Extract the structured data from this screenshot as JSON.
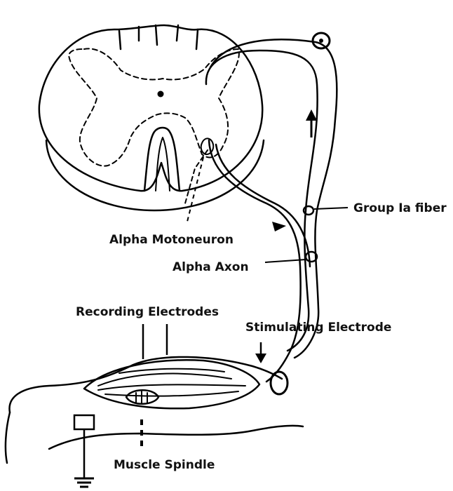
{
  "labels": {
    "group_ia_fiber": "Group Ia fiber",
    "alpha_motoneuron": "Alpha Motoneuron",
    "alpha_axon": "Alpha Axon",
    "recording_electrodes": "Recording Electrodes",
    "stimulating_electrode": "Stimulating Electrode",
    "muscle_spindle": "Muscle Spindle"
  },
  "colors": {
    "ink": "#000000",
    "background": "#ffffff"
  }
}
